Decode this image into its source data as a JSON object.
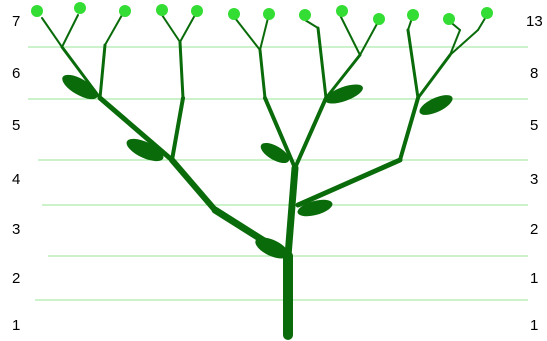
{
  "diagram": {
    "rows": [
      {
        "left_label": "7",
        "right_label": "13"
      },
      {
        "left_label": "6",
        "right_label": "8"
      },
      {
        "left_label": "5",
        "right_label": "5"
      },
      {
        "left_label": "4",
        "right_label": "3"
      },
      {
        "left_label": "3",
        "right_label": "2"
      },
      {
        "left_label": "2",
        "right_label": "1"
      },
      {
        "left_label": "1",
        "right_label": "1"
      }
    ],
    "colors": {
      "stem": "#0a6b0a",
      "leaf": "#0a6b0a",
      "bud": "#33dd33",
      "guide_line": "#99e699"
    }
  }
}
